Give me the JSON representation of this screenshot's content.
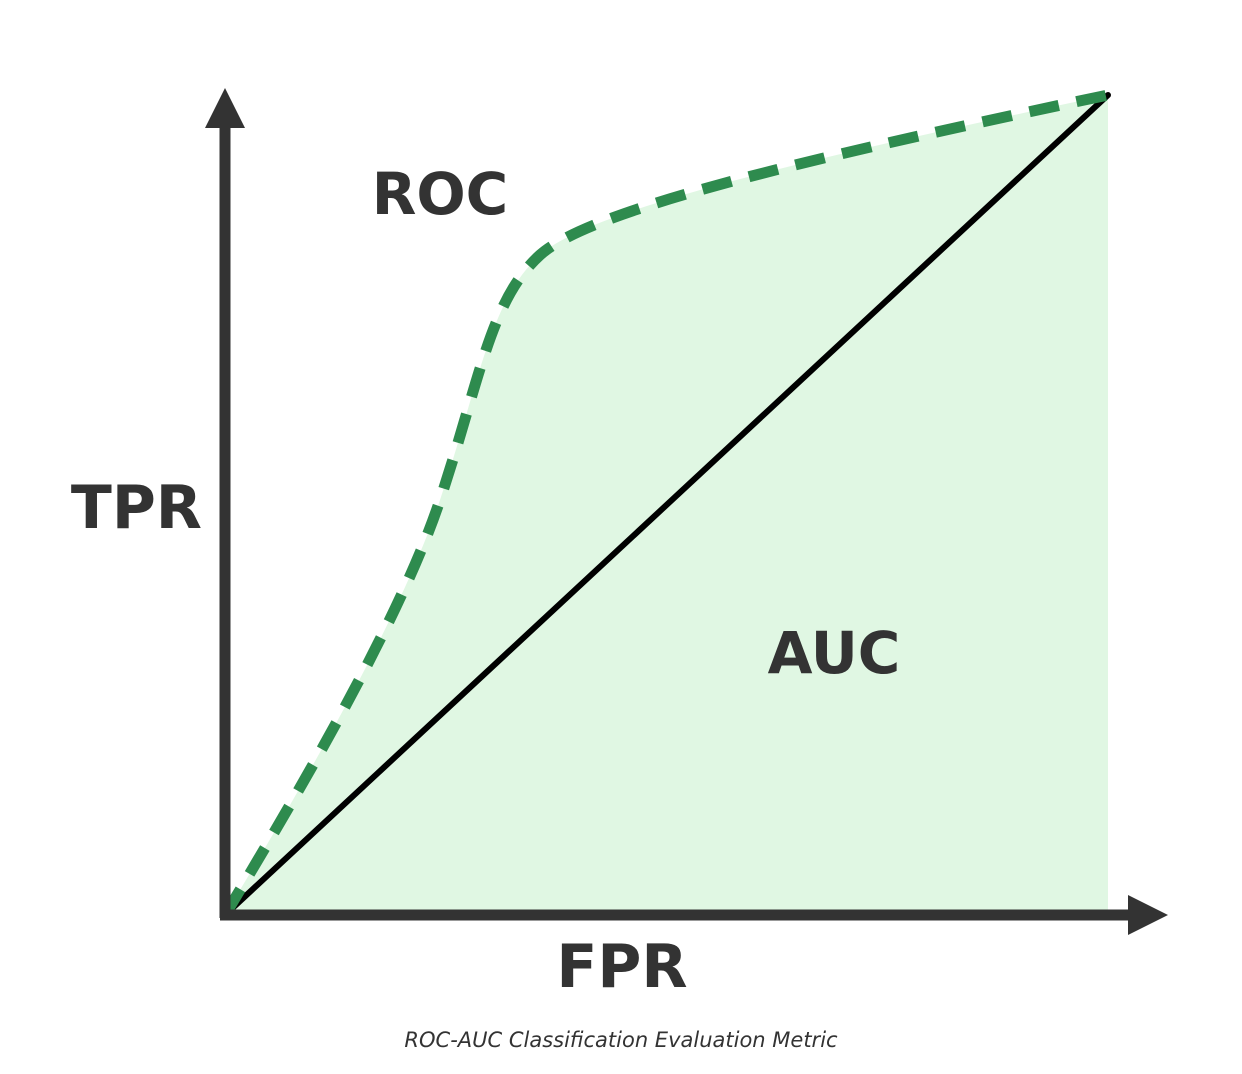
{
  "diagram": {
    "labels": {
      "y_axis": "TPR",
      "x_axis": "FPR",
      "curve": "ROC",
      "area": "AUC"
    },
    "caption": "ROC-AUC Classification Evaluation Metric",
    "colors": {
      "axis": "#333333",
      "roc_curve": "#2e8b4e",
      "auc_fill": "#e0f7e3",
      "diagonal": "#000000",
      "text": "#333333"
    }
  }
}
